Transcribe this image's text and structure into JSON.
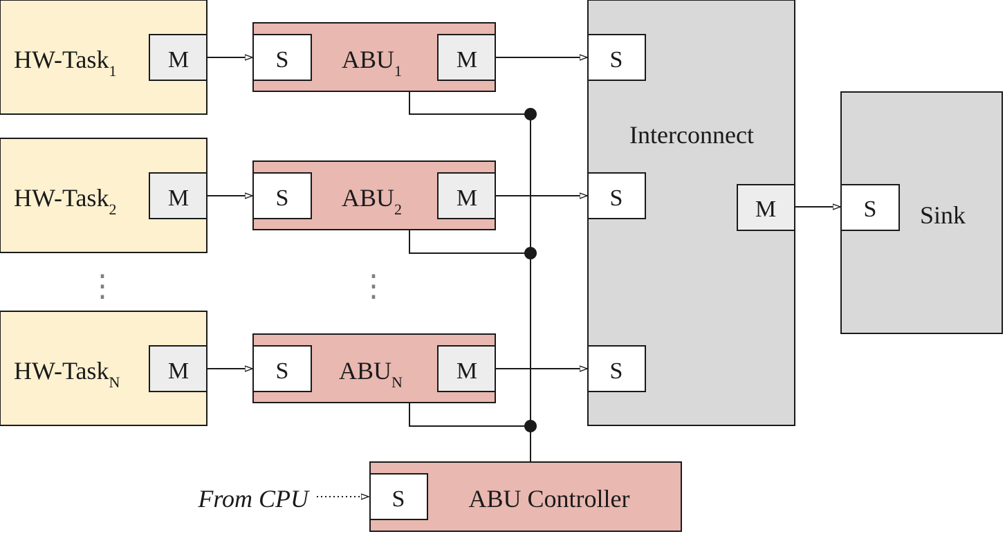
{
  "colors": {
    "hw_task_fill": "#fdf1cf",
    "abu_fill": "#e8b8b1",
    "master_port_fill": "#ededed",
    "slave_port_fill": "#ffffff",
    "interconnect_fill": "#d9d9d9",
    "sink_fill": "#d9d9d9",
    "line": "#1a1a1a",
    "dots": "#7f7f7f"
  },
  "hw_tasks": [
    {
      "base": "HW-Task",
      "sub": "1",
      "port": "M"
    },
    {
      "base": "HW-Task",
      "sub": "2",
      "port": "M"
    },
    {
      "base": "HW-Task",
      "sub": "N",
      "port": "M"
    }
  ],
  "abus": [
    {
      "base": "ABU",
      "sub": "1",
      "slave_port": "S",
      "master_port": "M"
    },
    {
      "base": "ABU",
      "sub": "2",
      "slave_port": "S",
      "master_port": "M"
    },
    {
      "base": "ABU",
      "sub": "N",
      "slave_port": "S",
      "master_port": "M"
    }
  ],
  "interconnect": {
    "label": "Interconnect",
    "slave_ports": [
      "S",
      "S",
      "S"
    ],
    "master_port": "M"
  },
  "sink": {
    "label": "Sink",
    "slave_port": "S"
  },
  "abu_controller": {
    "label": "ABU Controller",
    "slave_port": "S"
  },
  "cpu_input": {
    "label": "From CPU"
  },
  "ellipsis": {
    "hw_tasks": "⋮",
    "abus": "⋮"
  }
}
